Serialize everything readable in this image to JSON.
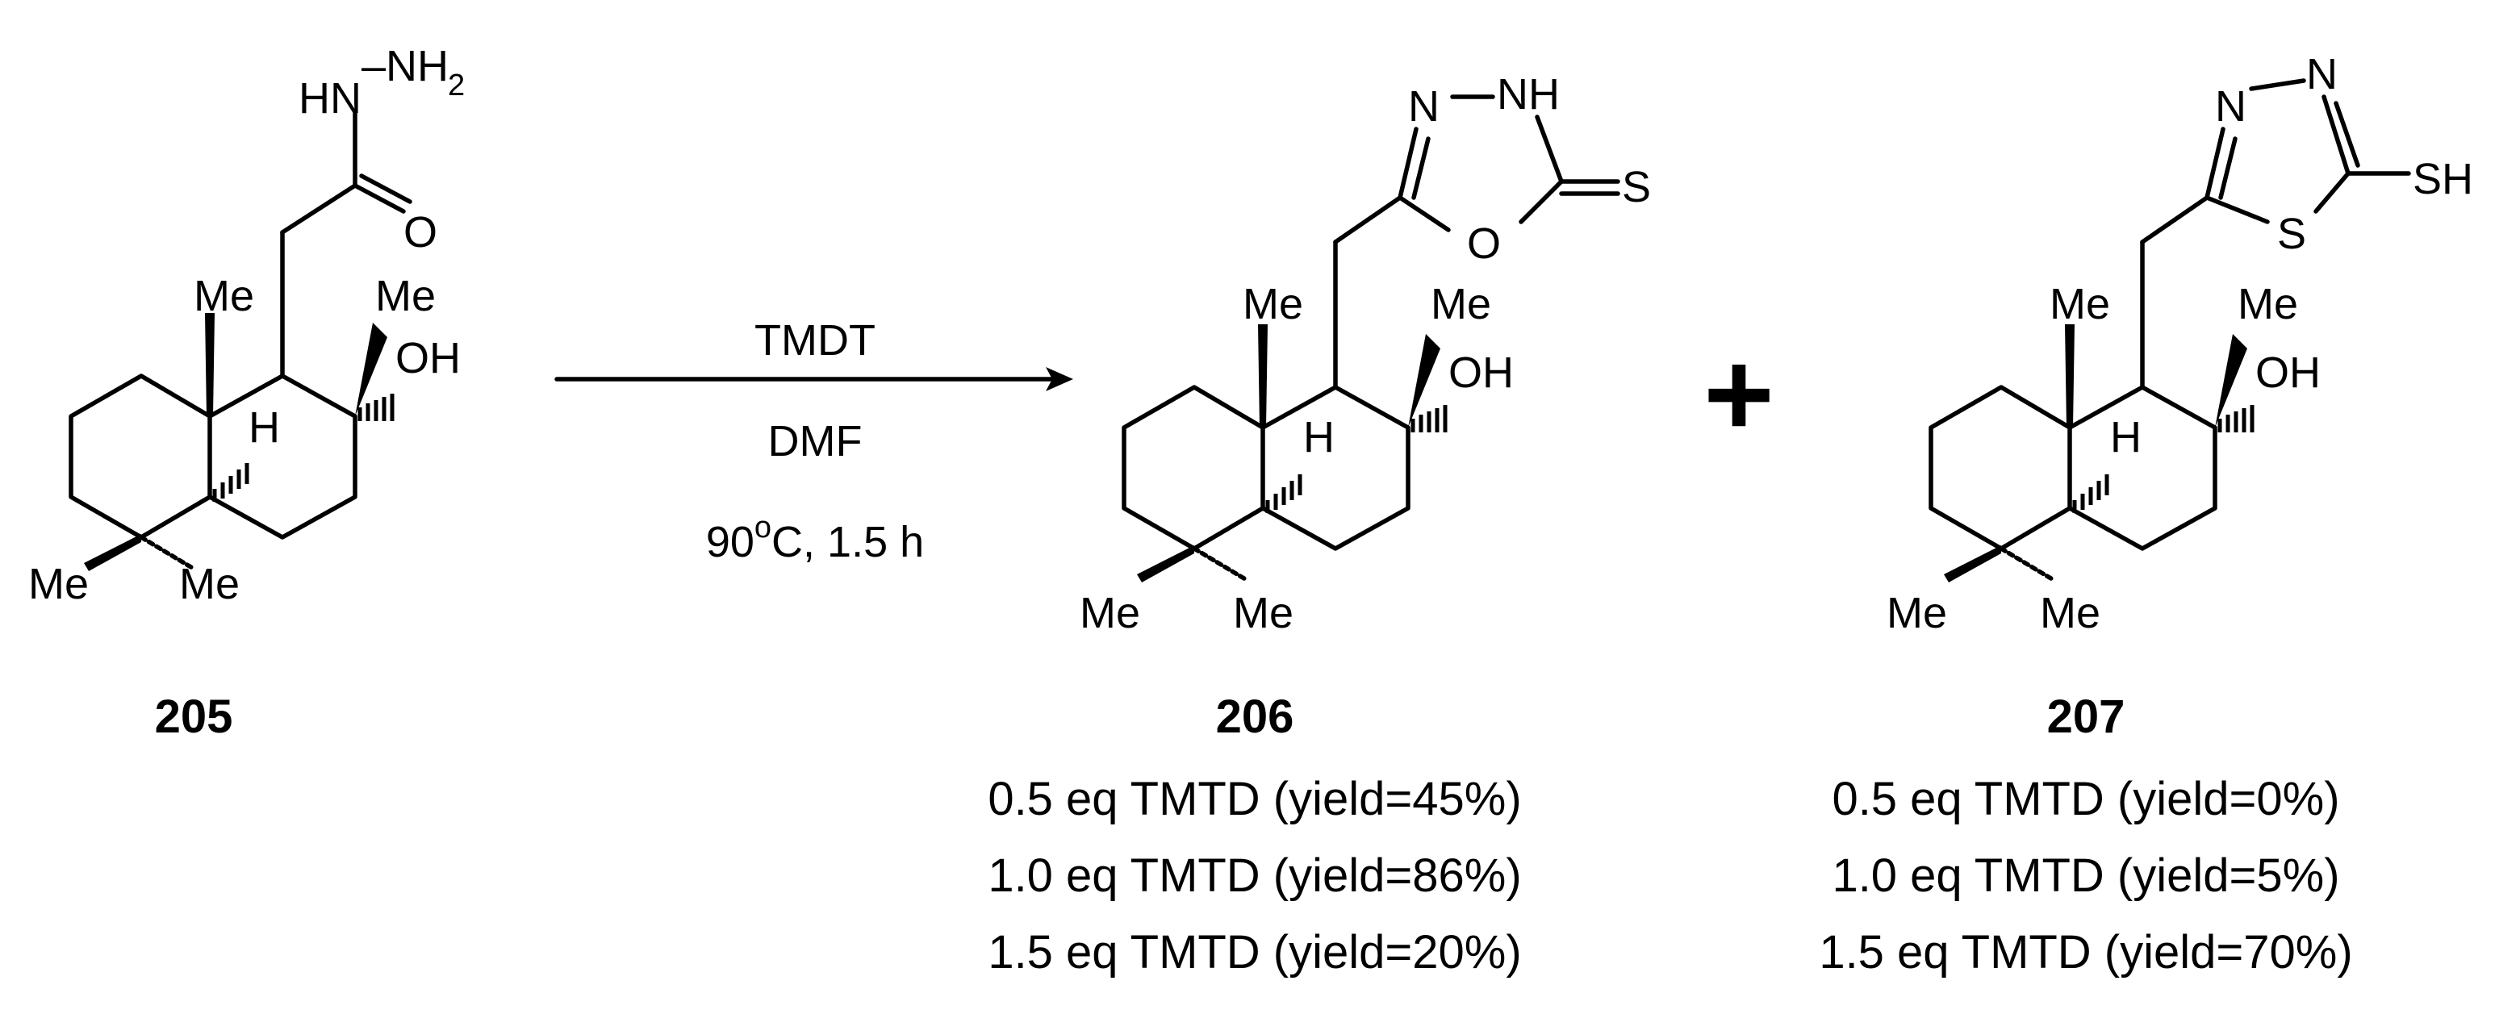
{
  "reagents": {
    "above_arrow": "TMDT",
    "solvent": "DMF",
    "temperature": "90",
    "temperature_sup": "o",
    "temperature_rest": "C, 1.5 h"
  },
  "plus_sign": "+",
  "compounds": {
    "c205": {
      "number": "205",
      "labels": {
        "hn": "HN",
        "n_dash": "–",
        "nh": "NH",
        "nh_sub": "2",
        "o": "O",
        "me_angular": "Me",
        "me_carbinol": "Me",
        "oh": "OH",
        "h": "H",
        "me_gem_left": "Me",
        "me_gem_right": "Me"
      }
    },
    "c206": {
      "number": "206",
      "labels": {
        "ring_n": "N",
        "ring_nh": "NH",
        "ring_o": "O",
        "exo_s": "S",
        "me_angular": "Me",
        "me_carbinol": "Me",
        "oh": "OH",
        "h": "H",
        "me_gem_left": "Me",
        "me_gem_right": "Me"
      },
      "conditions": [
        "0.5 eq TMTD (yield=45%)",
        "1.0 eq TMTD (yield=86%)",
        "1.5 eq TMTD (yield=20%)"
      ]
    },
    "c207": {
      "number": "207",
      "labels": {
        "ring_n1": "N",
        "ring_n2": "N",
        "ring_s": "S",
        "sh": "SH",
        "me_angular": "Me",
        "me_carbinol": "Me",
        "oh": "OH",
        "h": "H",
        "me_gem_left": "Me",
        "me_gem_right": "Me"
      },
      "conditions": [
        "0.5 eq TMTD (yield=0%)",
        "1.0 eq TMTD (yield=5%)",
        "1.5 eq TMTD (yield=70%)"
      ]
    }
  }
}
